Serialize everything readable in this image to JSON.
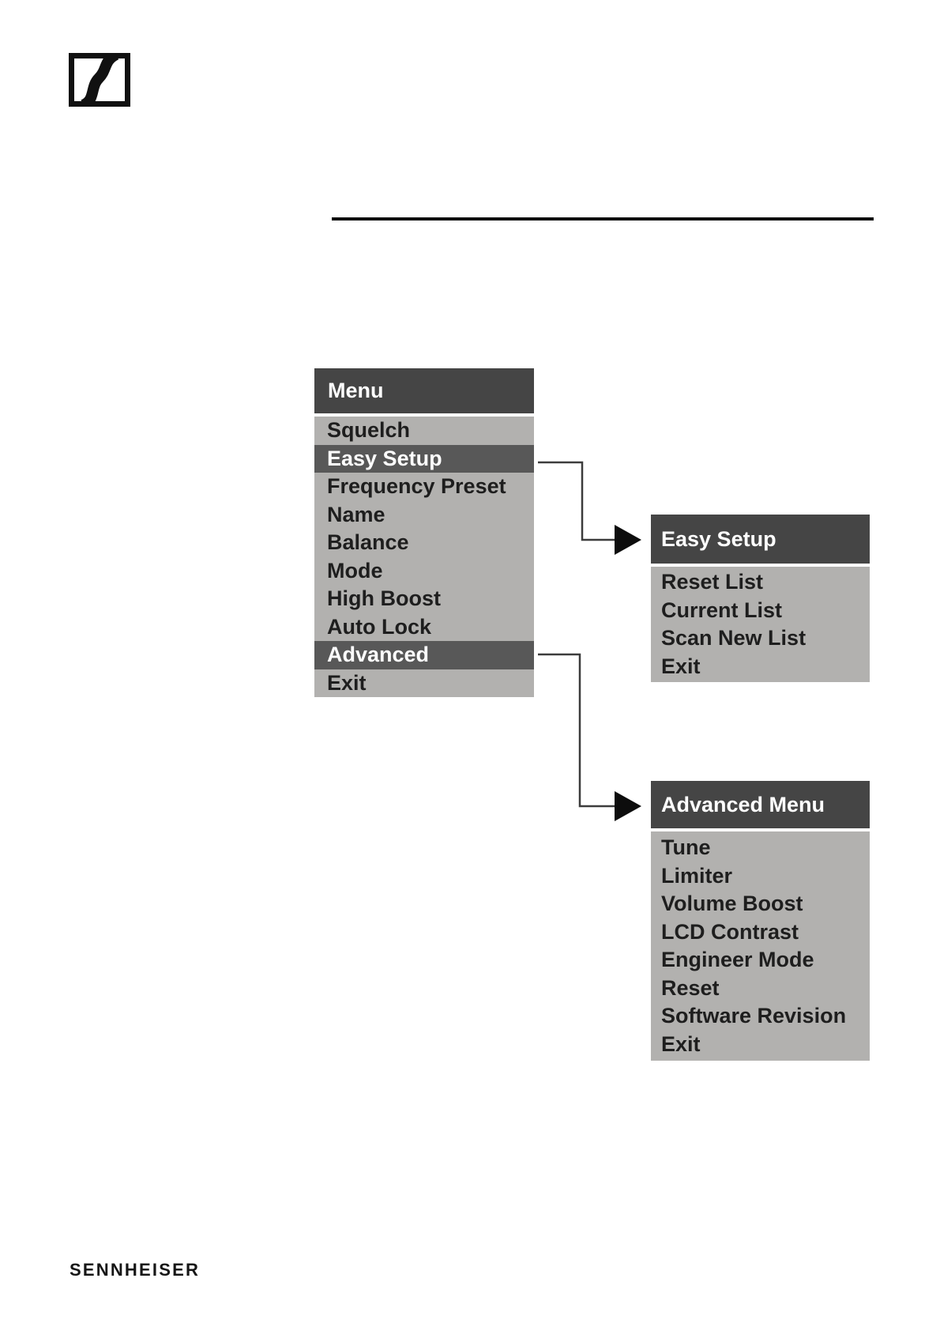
{
  "page": {
    "footer_wordmark": "SENNHEISER"
  },
  "colors": {
    "menu_header_bg": "#454545",
    "menu_highlight_bg": "#585858",
    "menu_body_bg": "#b2b1af",
    "menu_item_text": "#1e1e1e",
    "menu_header_text": "#ffffff",
    "connector_line": "#3c3c3c",
    "arrow_fill": "#0d0d0d"
  },
  "main_menu": {
    "title": "Menu",
    "items": [
      {
        "label": "Squelch",
        "highlighted": false
      },
      {
        "label": "Easy Setup",
        "highlighted": true
      },
      {
        "label": "Frequency Preset",
        "highlighted": false
      },
      {
        "label": "Name",
        "highlighted": false
      },
      {
        "label": "Balance",
        "highlighted": false
      },
      {
        "label": "Mode",
        "highlighted": false
      },
      {
        "label": "High Boost",
        "highlighted": false
      },
      {
        "label": "Auto Lock",
        "highlighted": false
      },
      {
        "label": "Advanced",
        "highlighted": true
      },
      {
        "label": "Exit",
        "highlighted": false
      }
    ]
  },
  "easy_setup_menu": {
    "title": "Easy Setup",
    "items": [
      {
        "label": "Reset List"
      },
      {
        "label": "Current List"
      },
      {
        "label": "Scan New List"
      },
      {
        "label": "Exit"
      }
    ]
  },
  "advanced_menu": {
    "title": "Advanced Menu",
    "items": [
      {
        "label": "Tune"
      },
      {
        "label": "Limiter"
      },
      {
        "label": "Volume Boost"
      },
      {
        "label": "LCD Contrast"
      },
      {
        "label": "Engineer Mode"
      },
      {
        "label": "Reset"
      },
      {
        "label": "Software Revision"
      },
      {
        "label": "Exit"
      }
    ]
  },
  "connectors": [
    {
      "from": "Easy Setup",
      "to": "Easy Setup"
    },
    {
      "from": "Advanced",
      "to": "Advanced Menu"
    }
  ]
}
